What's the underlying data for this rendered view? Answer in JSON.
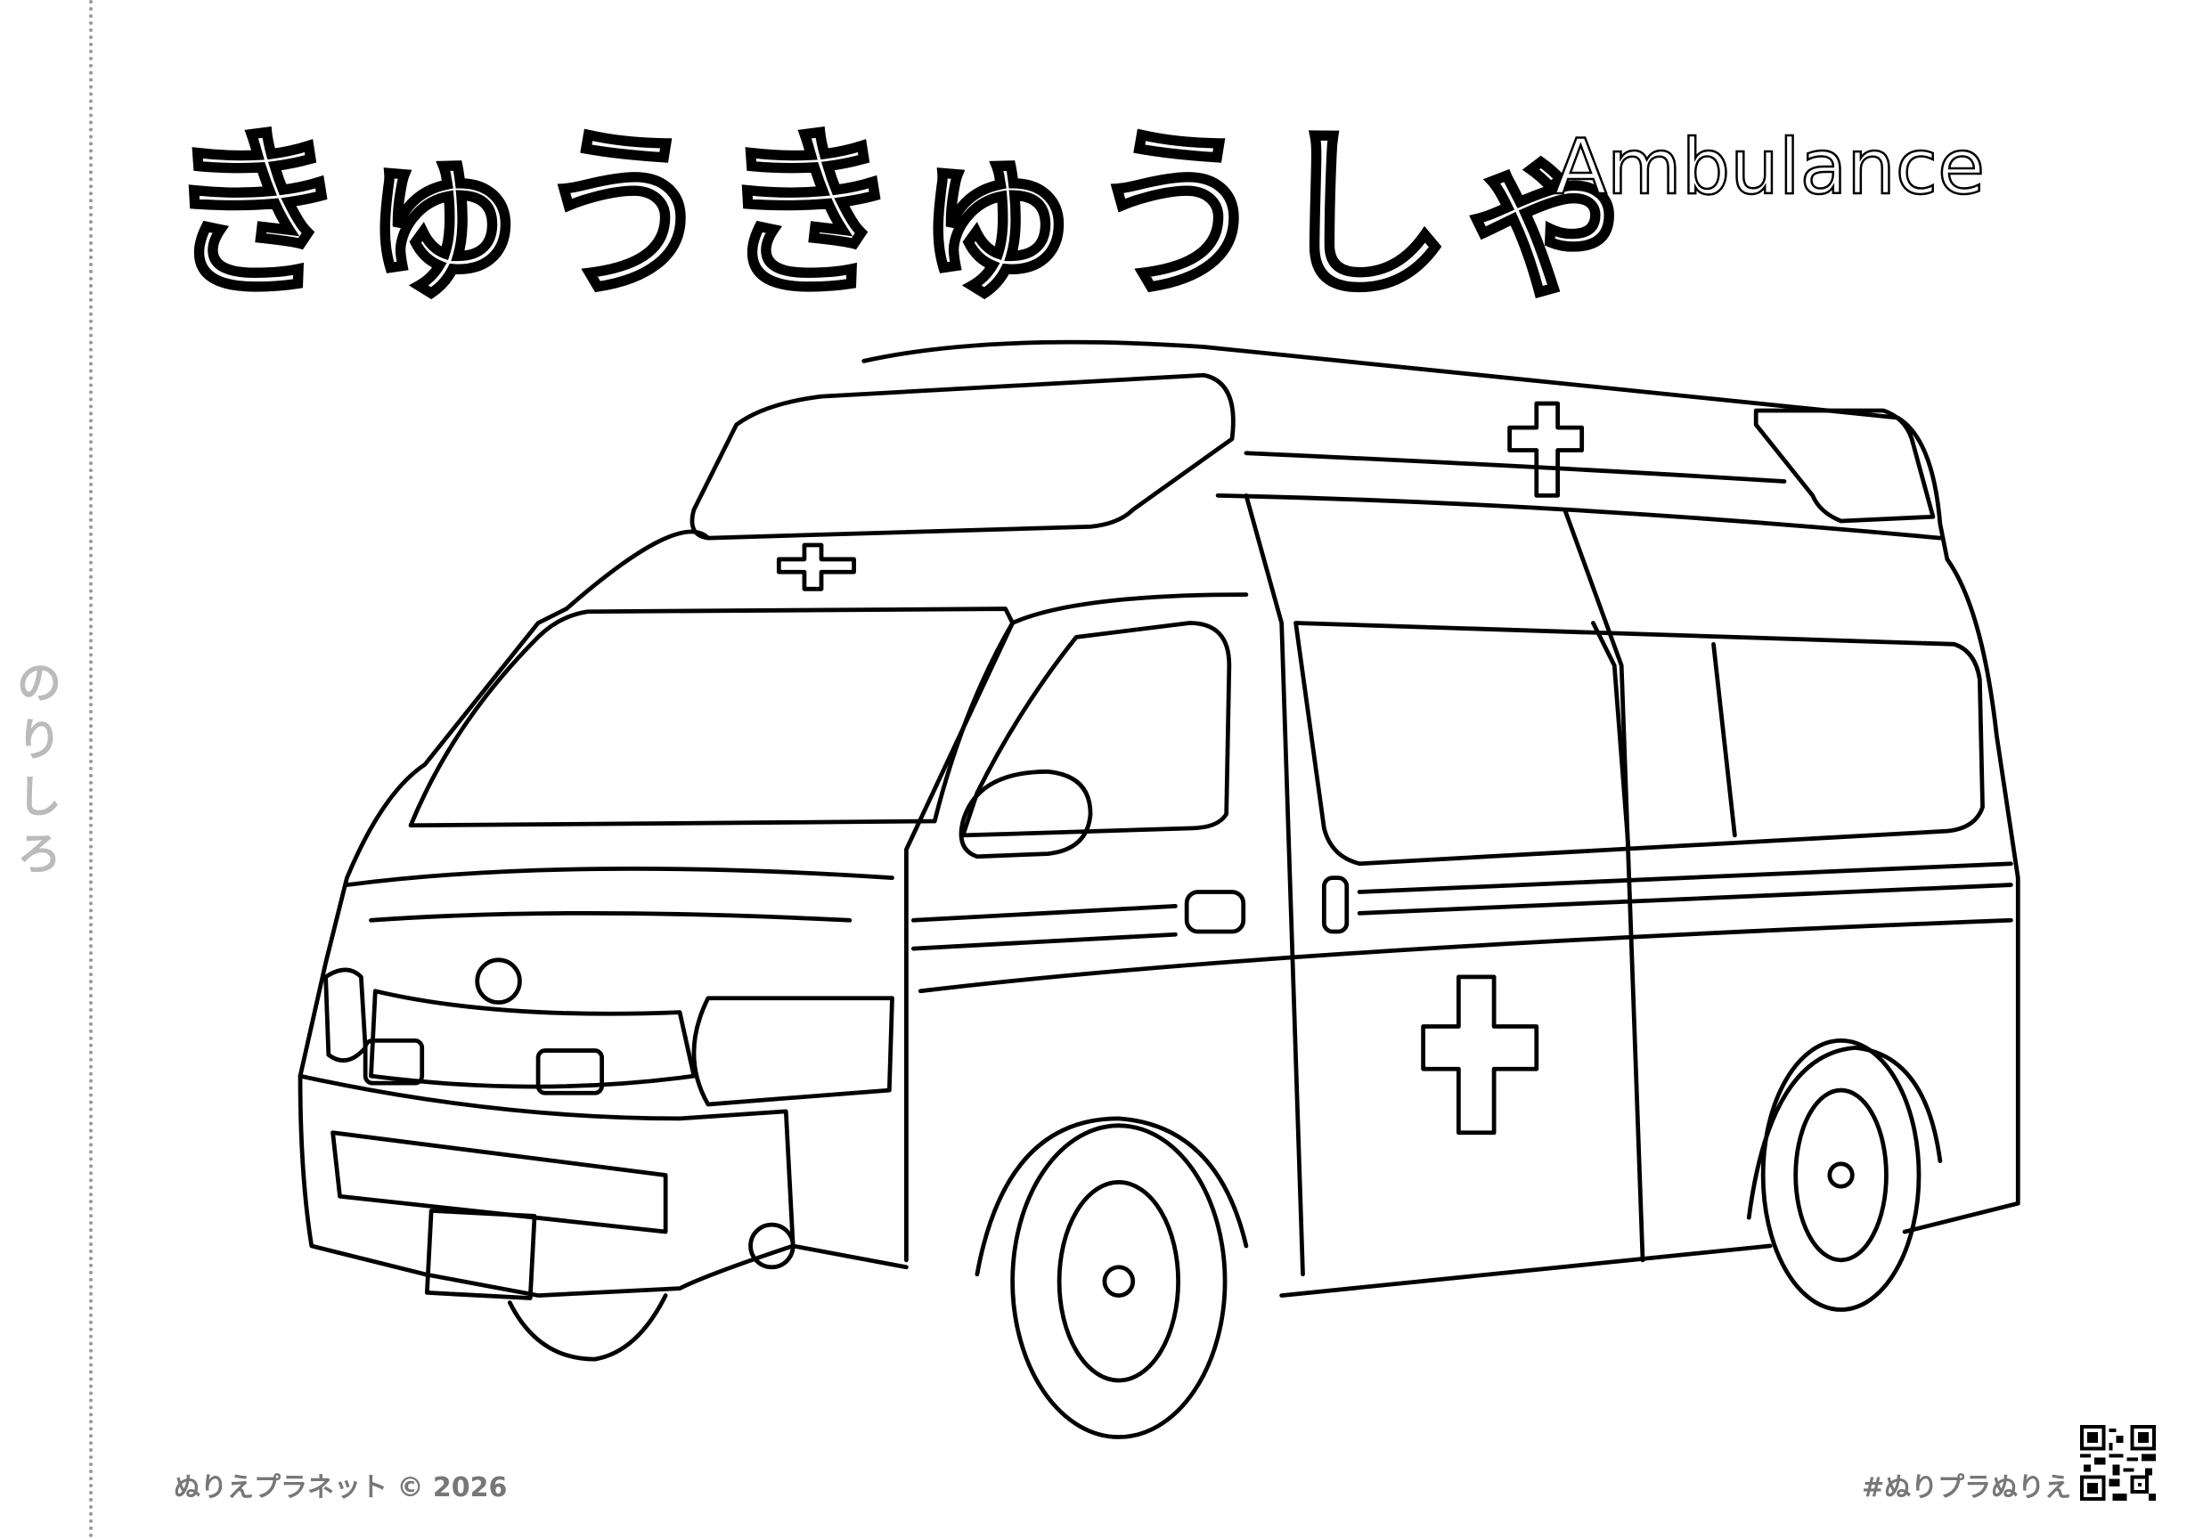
{
  "title": {
    "japanese": "きゅうきゅうしゃ",
    "english": "Ambulance"
  },
  "margin_label": "のりしろ",
  "footer": {
    "brand": "ぬりえプラネット",
    "copyright": "©",
    "year": "2026",
    "hashtag": "#ぬりプラぬりえ"
  },
  "illustration": {
    "subject": "ambulance-van",
    "icons": [
      "red-cross-icon",
      "qr-code-icon"
    ]
  },
  "colors": {
    "line": "#000000",
    "footer_text": "#777777",
    "margin_text": "#bbbbbb"
  }
}
